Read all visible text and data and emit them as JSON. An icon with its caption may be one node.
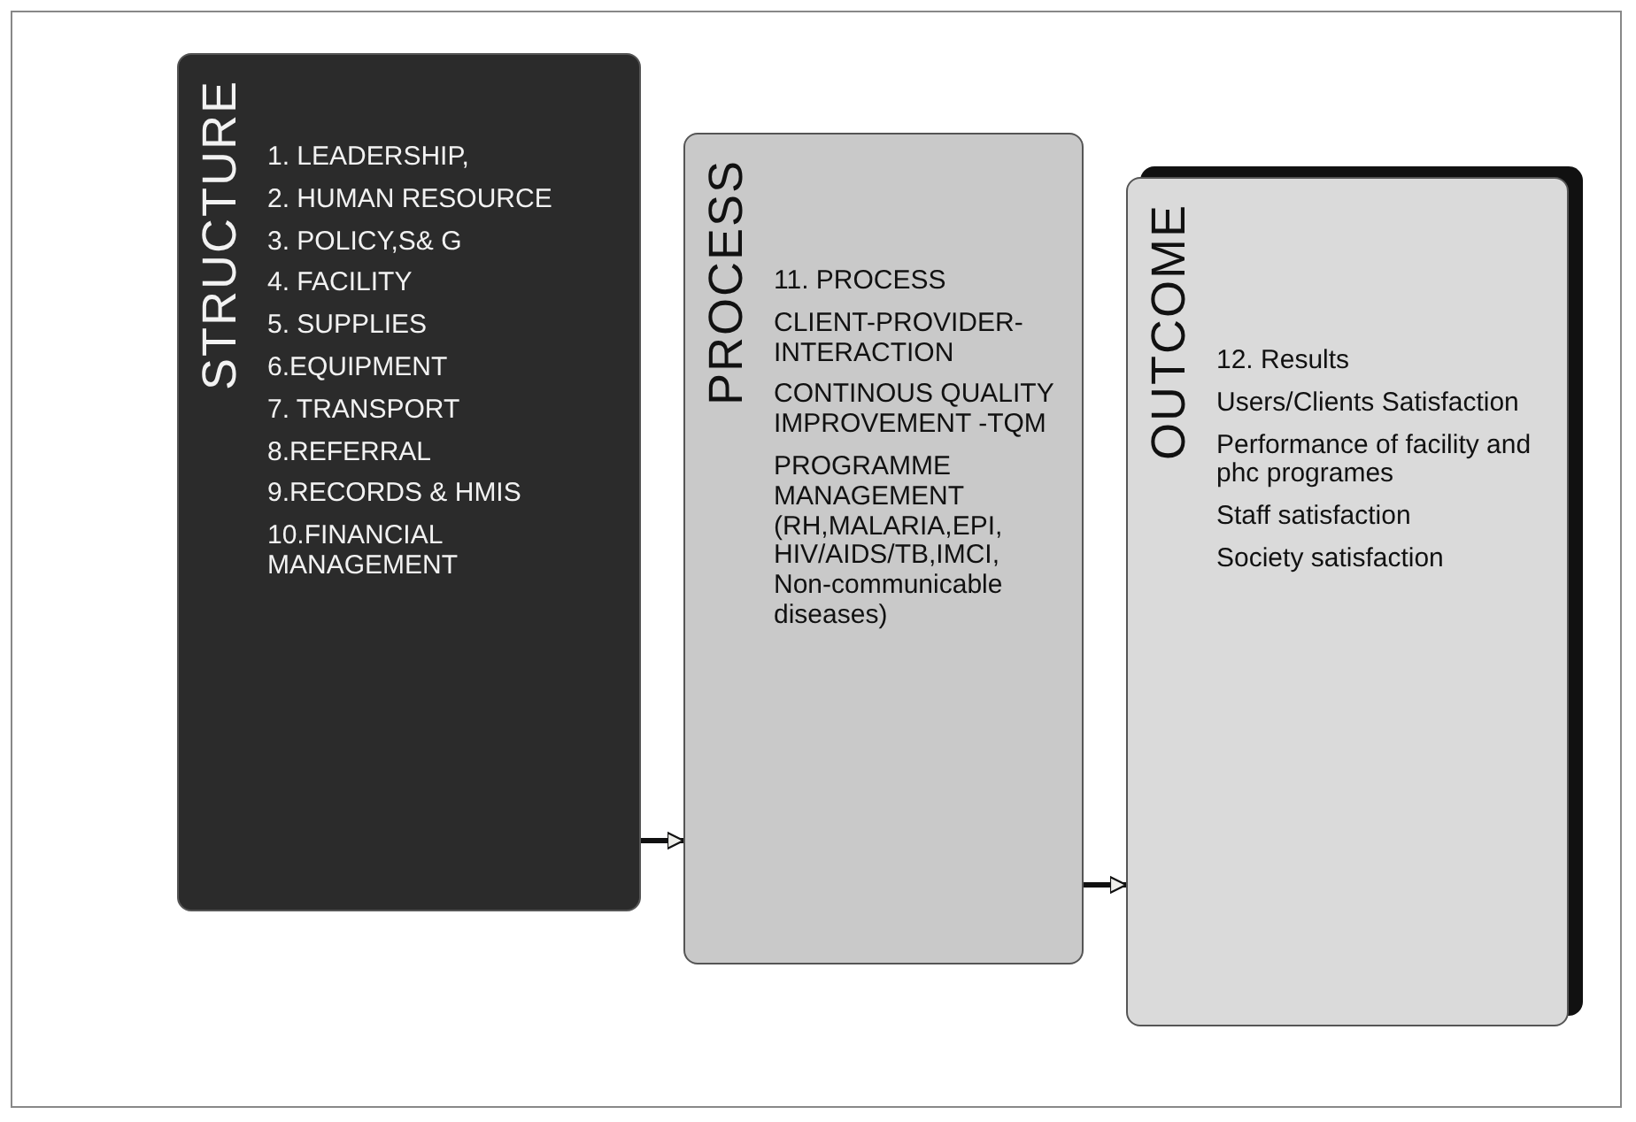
{
  "diagram": {
    "nodes": [
      {
        "text": [
          "STRUCTURE",
          "1. LEADERSHIP,",
          "2. HUMAN RESOURCE",
          "3. POLICY,S& G",
          "4. FACILITY",
          "5. SUPPLIES",
          "6.EQUIPMENT",
          "7. TRANSPORT",
          "8.REFERRAL",
          "9.RECORDS & HMIS",
          "10.FINANCIAL MANAGEMENT"
        ]
      },
      {
        "text": [
          "PROCESS",
          "11. PROCESS",
          "CLIENT-PROVIDER-INTERACTION",
          "CONTINOUS QUALITY IMPROVEMENT -TQM",
          "PROGRAMME MANAGEMENT (RH,MALARIA,EPI, HIV/AIDS/TB,IMCI, Non-communicable diseases)"
        ]
      },
      {
        "text": [
          "OUTCOME",
          "12. Results",
          "Users/Clients Satisfaction",
          "Performance of facility and phc programes",
          "Staff satisfaction",
          "Society satisfaction"
        ]
      }
    ],
    "edges": [
      {
        "from": 0,
        "to": 1,
        "arrow": "to"
      },
      {
        "from": 1,
        "to": 2,
        "arrow": "to"
      }
    ]
  }
}
